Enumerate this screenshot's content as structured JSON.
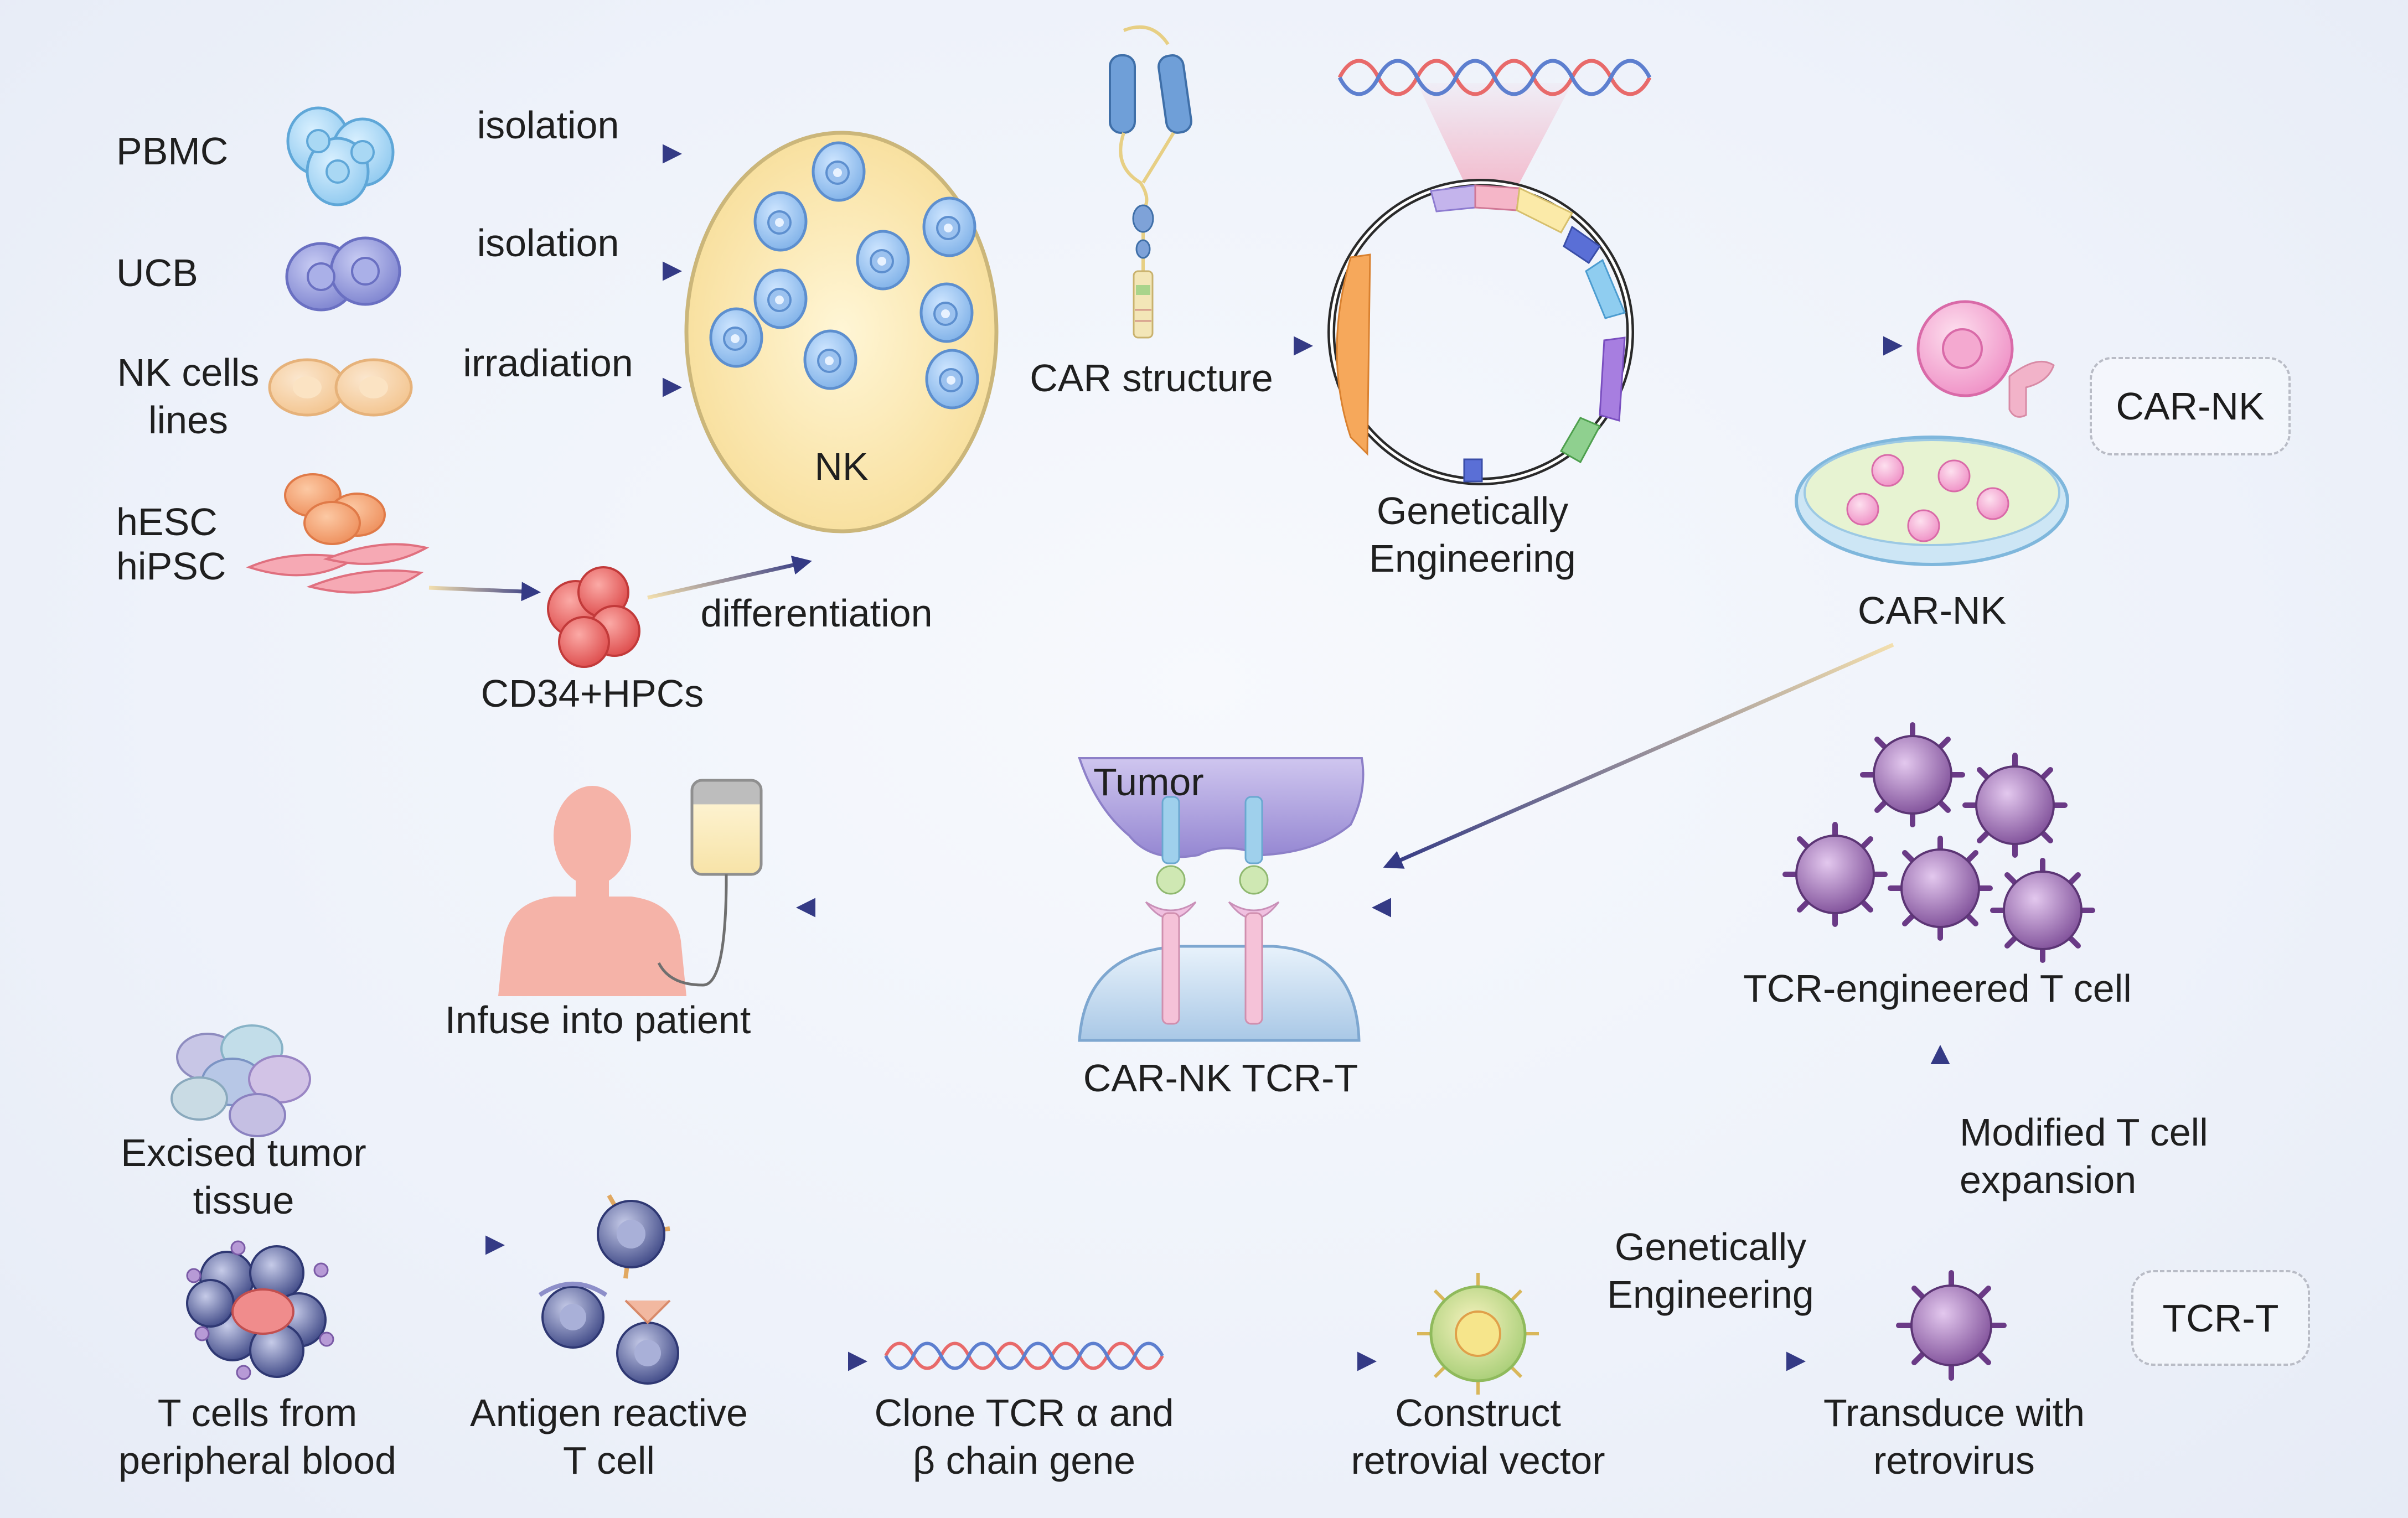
{
  "sources": {
    "pbmc": "PBMC",
    "ucb": "UCB",
    "nk_lines_1": "NK cells",
    "nk_lines_2": "lines",
    "hesc": "hESC",
    "hipsc": "hiPSC",
    "cd34": "CD34+HPCs"
  },
  "steps": {
    "isolation_1": "isolation",
    "isolation_2": "isolation",
    "irradiation": "irradiation",
    "differentiation": "differentiation"
  },
  "nk_pool": "NK",
  "car_structure": "CAR structure",
  "genetic_eng_top_1": "Genetically",
  "genetic_eng_top_2": "Engineering",
  "car_nk_label": "CAR-NK",
  "car_nk_tag": "CAR-NK",
  "tumor": "Tumor",
  "synapse_label": "CAR-NK TCR-T",
  "infuse": "Infuse into patient",
  "tcr_engineered": "TCR-engineered T cell",
  "modified_1": "Modified T cell",
  "modified_2": "expansion",
  "tcr_t_tag": "TCR-T",
  "excised_1": "Excised tumor",
  "excised_2": "tissue",
  "tcells_1": "T cells from",
  "tcells_2": "peripheral blood",
  "antigen_1": "Antigen reactive",
  "antigen_2": "T cell",
  "clone_1": "Clone TCR α and",
  "clone_2": "β chain gene",
  "construct_1": "Construct",
  "construct_2": "retrovial vector",
  "genetic_eng_bottom_1": "Genetically",
  "genetic_eng_bottom_2": "Engineering",
  "transduce_1": "Transduce with",
  "transduce_2": "retrovirus",
  "colors": {
    "arrow": "#3b3f85",
    "arrow_tail": "#f2dca8",
    "nk_ellipse": "#fbe9b0",
    "car_nk_cell": "#f1a8d3",
    "patient": "#f5b3a8",
    "tumor": "#b9aee3",
    "tcr_cell": "#9a6bb0"
  }
}
